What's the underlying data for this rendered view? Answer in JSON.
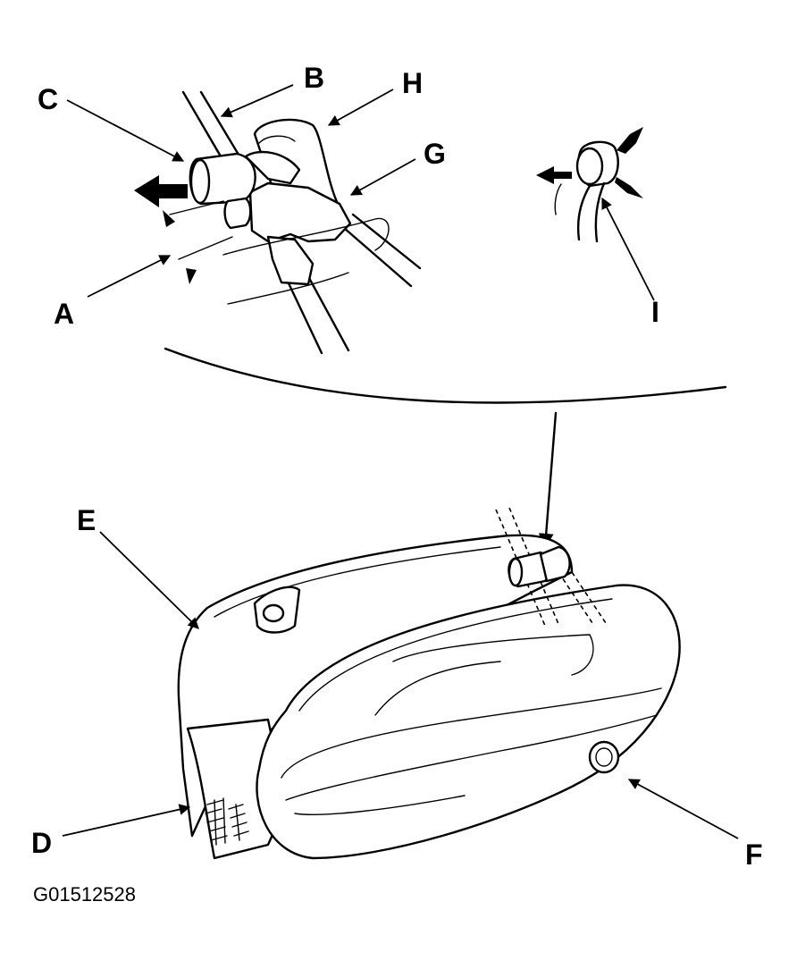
{
  "labels": {
    "A": "A",
    "B": "B",
    "C": "C",
    "D": "D",
    "E": "E",
    "F": "F",
    "G": "G",
    "H": "H",
    "I": "I"
  },
  "figure_code": "G01512528",
  "colors": {
    "ink": "#000000",
    "paper": "#ffffff"
  }
}
